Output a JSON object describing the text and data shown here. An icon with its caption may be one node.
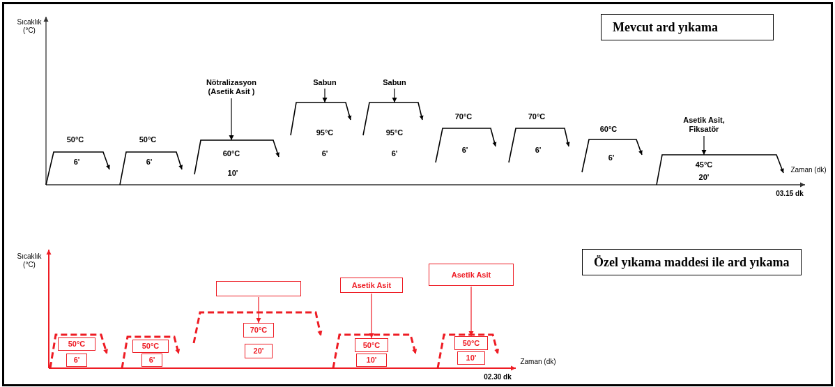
{
  "diagram": {
    "nodes": [
      {
        "text": [
          "Mevcut ard yıkama"
        ]
      },
      {
        "text": [
          "Nötralizasyon (Asetik Asit )"
        ]
      },
      {
        "text": [
          "Sabun"
        ]
      },
      {
        "text": [
          "Sabun"
        ]
      },
      {
        "text": [
          "Asetik Asit, Fiksatör"
        ]
      },
      {
        "text": [
          "50°C",
          "6'"
        ]
      },
      {
        "text": [
          "50°C",
          "6'"
        ]
      },
      {
        "text": [
          "60°C",
          "10'"
        ]
      },
      {
        "text": [
          "95°C",
          "6'"
        ]
      },
      {
        "text": [
          "95°C",
          "6'"
        ]
      },
      {
        "text": [
          "70°C",
          "6'"
        ]
      },
      {
        "text": [
          "70°C",
          "6'"
        ]
      },
      {
        "text": [
          "60°C",
          "6'"
        ]
      },
      {
        "text": [
          "45°C",
          "20'"
        ]
      },
      {
        "text": [
          "Özel yıkama maddesi ile ard yıkama"
        ]
      },
      {
        "text": [],
        "shape": "box"
      },
      {
        "text": [
          "Asetik Asit"
        ]
      },
      {
        "text": [
          "Asetik Asit"
        ]
      },
      {
        "text": [
          "50°C"
        ]
      },
      {
        "text": [
          "6'"
        ]
      },
      {
        "text": [
          "50°C"
        ]
      },
      {
        "text": [
          "6'"
        ]
      },
      {
        "text": [
          "70°C"
        ]
      },
      {
        "text": [
          "20'"
        ]
      },
      {
        "text": [
          "50°C"
        ]
      },
      {
        "text": [
          "10'"
        ]
      },
      {
        "text": [
          "50°C"
        ]
      },
      {
        "text": [
          "10'"
        ]
      }
    ],
    "edges": [
      {
        "from": 1,
        "to": 7,
        "arrow": "to"
      },
      {
        "from": 2,
        "to": 8,
        "arrow": "to"
      },
      {
        "from": 3,
        "to": 9,
        "arrow": "to"
      },
      {
        "from": 4,
        "to": 13,
        "arrow": "to"
      },
      {
        "from": 15,
        "to": 22,
        "arrow": "to",
        "color": "#ee1c24"
      },
      {
        "from": 16,
        "to": 24,
        "arrow": "to",
        "color": "#ee1c24"
      },
      {
        "from": 17,
        "to": 26,
        "arrow": "to",
        "color": "#ee1c24"
      }
    ],
    "labels": [
      "Sıcaklık (°C)",
      "Zaman (dk)",
      "03.15 dk",
      "Sıcaklık (°C)",
      "Zaman (dk)",
      "02.30 dk"
    ]
  }
}
